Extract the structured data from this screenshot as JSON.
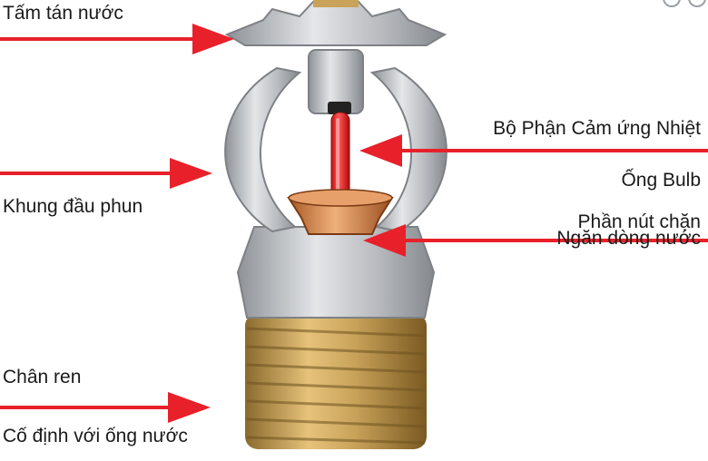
{
  "labels": {
    "deflector": "Tấm tán nước",
    "frame": "Khung đầu phun",
    "sensor": "Bộ Phận Cảm ứng Nhiệt",
    "bulb": "Ống Bulb",
    "plug_line1": "Phần nút chặn",
    "plug_line2": "Ngăn dòng nước",
    "thread": "Chân ren",
    "thread_desc": "Cố định với ống nước"
  },
  "colors": {
    "arrow": "#e8202a",
    "brass": "#c9a35a",
    "silver": "#b9bcc0",
    "bulb_liquid": "#ff2a2a",
    "copper": "#d98a4a"
  }
}
